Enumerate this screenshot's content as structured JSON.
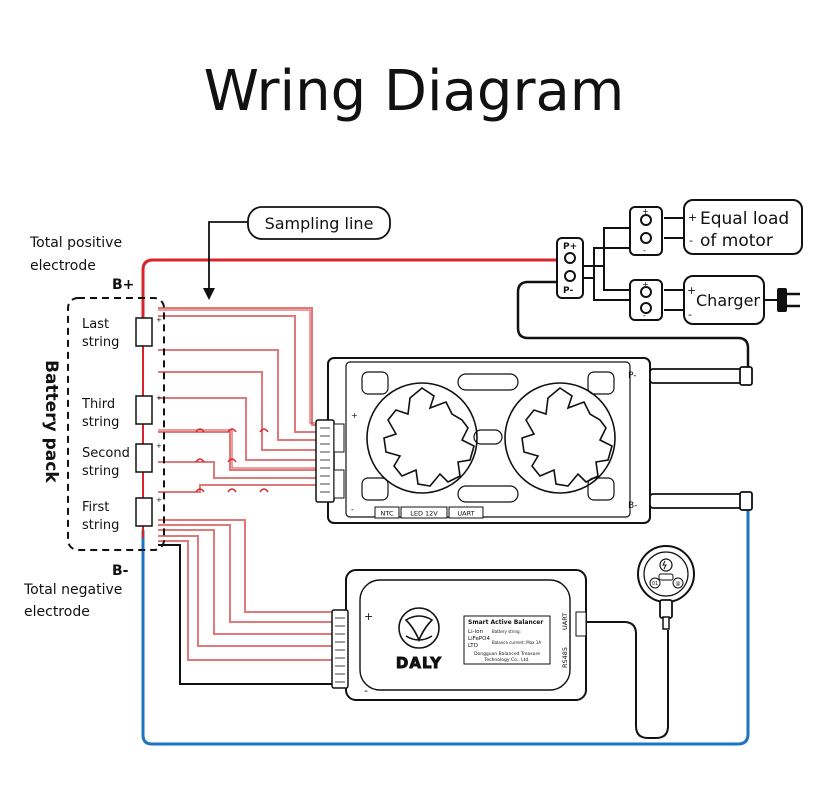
{
  "title": "Wring Diagram",
  "labels": {
    "sampling_line": "Sampling line",
    "total_positive_line1": "Total positive",
    "total_positive_line2": "electrode",
    "b_plus": "B+",
    "b_minus": "B-",
    "total_negative_line1": "Total negative",
    "total_negative_line2": "electrode",
    "battery_pack": "Battery pack",
    "p_plus": "P+",
    "p_minus": "P-",
    "equal_load_line1": "Equal load",
    "equal_load_line2": "of motor",
    "charger": "Charger",
    "plus": "+",
    "minus": "-"
  },
  "strings": [
    {
      "line1": "Last",
      "line2": "string"
    },
    {
      "line1": "Third",
      "line2": "string"
    },
    {
      "line1": "Second",
      "line2": "string"
    },
    {
      "line1": "First",
      "line2": "string"
    }
  ],
  "bms": {
    "p_minus": "P-",
    "b_minus": "B-",
    "plus": "+",
    "minus": "-",
    "ports": [
      "NTC",
      "LED 12V",
      "UART"
    ]
  },
  "balancer": {
    "brand": "DALY",
    "title": "Smart Active Balancer",
    "chem1": "Li-ion",
    "chem2": "LiFePO4",
    "chem3": "LTO",
    "spec1": "Battery string:",
    "spec2": "Balance current: Max 1A",
    "maker1": "Dongguan Balanced Treasure",
    "maker2": "Technology Co., Ltd.",
    "port_rs485": "RS485",
    "port_uart": "UART",
    "plus": "+",
    "minus": "-"
  },
  "monitor": {
    "left_button": "01",
    "right_button": "@"
  },
  "colors": {
    "red_wire": "#d9242b",
    "blue_wire": "#1e74c4",
    "black_wire": "#111111",
    "light_red_wire": "#e07a7a"
  }
}
